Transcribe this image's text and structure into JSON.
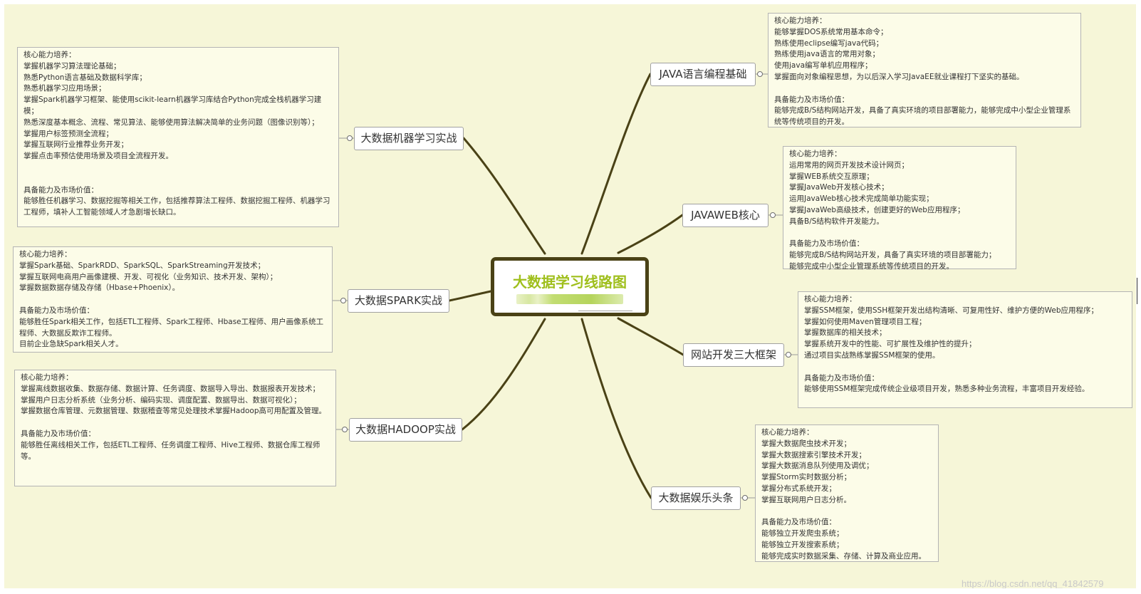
{
  "center": {
    "title": "大数据学习线路图"
  },
  "branches": [
    {
      "id": "java",
      "title": "JAVA语言编程基础",
      "lines": [
        "核心能力培养：",
        "能够掌握DOS系统常用基本命令；",
        "熟练使用eclipse编写java代码；",
        "熟练使用java语言的常用对象；",
        "使用java编写单机应用程序；",
        "掌握面向对象编程思想，为以后深入学习JavaEE就业课程打下坚实的基础。",
        "",
        "具备能力及市场价值：",
        "能够完成B/S结构网站开发，具备了真实环境的项目部署能力，能够完成中小型企业管理系统等传统项目的开发。"
      ]
    },
    {
      "id": "javaweb",
      "title": "JAVAWEB核心",
      "lines": [
        "核心能力培养：",
        "运用常用的网页开发技术设计网页；",
        "掌握WEB系统交互原理；",
        "掌握JavaWeb开发核心技术；",
        "运用JavaWeb核心技术完成简单功能实现；",
        "掌握JavaWeb高级技术，创建更好的Web应用程序；",
        "具备B/S结构软件开发能力。",
        "",
        "具备能力及市场价值：",
        "能够完成B/S结构网站开发，具备了真实环境的项目部署能力；",
        "能够完成中小型企业管理系统等传统项目的开发。"
      ]
    },
    {
      "id": "ssm",
      "title": "网站开发三大框架",
      "lines": [
        "核心能力培养：",
        "掌握SSM框架，使用SSH框架开发出结构清晰、可复用性好、维护方便的Web应用程序；",
        "掌握如何使用Maven管理项目工程；",
        "掌握数据库的相关技术；",
        "掌握系统开发中的性能、可扩展性及维护性的提升；",
        "通过项目实战熟练掌握SSM框架的使用。",
        "",
        "具备能力及市场价值：",
        "能够使用SSM框架完成传统企业级项目开发，熟悉多种业务流程，丰富项目开发经验。"
      ]
    },
    {
      "id": "entertainment",
      "title": "大数据娱乐头条",
      "lines": [
        "核心能力培养：",
        "掌握大数据爬虫技术开发；",
        "掌握大数据搜索引擎技术开发；",
        "掌握大数据消息队列使用及调优；",
        "掌握Storm实时数据分析；",
        "掌握分布式系统开发；",
        "掌握互联网用户日志分析。",
        "",
        "具备能力及市场价值：",
        "能够独立开发爬虫系统；",
        "能够独立开发搜索系统；",
        "能够完成实时数据采集、存储、计算及商业应用。"
      ]
    },
    {
      "id": "ml",
      "title": "大数据机器学习实战",
      "lines": [
        "核心能力培养：",
        "掌握机器学习算法理论基础；",
        "熟悉Python语言基础及数据科学库；",
        "熟悉机器学习应用场景；",
        "掌握Spark机器学习框架、能使用scikit-learn机器学习库结合Python完成全栈机器学习建模；",
        "熟悉深度基本概念、流程、常见算法、能够使用算法解决简单的业务问题（图像识别等）；",
        "掌握用户标签预测全流程；",
        "掌握互联网行业推荐业务开发；",
        "掌握点击率预估使用场景及项目全流程开发。",
        "",
        "",
        "具备能力及市场价值：",
        "能够胜任机器学习、数据挖掘等相关工作，包括推荐算法工程师、数据挖掘工程师、机器学习工程师，填补人工智能领域人才急剧增长缺口。"
      ]
    },
    {
      "id": "spark",
      "title": "大数据SPARK实战",
      "lines": [
        "核心能力培养：",
        "掌握Spark基础、SparkRDD、SparkSQL、SparkStreaming开发技术；",
        "掌握互联网电商用户画像建模、开发、可视化（业务知识、技术开发、架构）；",
        "掌握数据数据存储及存储（Hbase+Phoenix）。",
        "",
        "具备能力及市场价值：",
        "能够胜任Spark相关工作，包括ETL工程师、Spark工程师、Hbase工程师、用户画像系统工程师、大数据反欺诈工程师。",
        "目前企业急缺Spark相关人才。"
      ]
    },
    {
      "id": "hadoop",
      "title": "大数据HADOOP实战",
      "lines": [
        "核心能力培养：",
        "掌握离线数据收集、数据存储、数据计算、任务调度、数据导入导出、数据报表开发技术；",
        "掌握用户日志分析系统（业务分析、编码实现、调度配置、数据导出、数据可视化）；",
        "掌握数据仓库管理、元数据管理、数据稽查等常见处理技术掌握Hadoop高可用配置及管理。",
        "",
        "具备能力及市场价值：",
        "能够胜任离线相关工作，包括ETL工程师、任务调度工程师、Hive工程师、数据仓库工程师等。"
      ]
    }
  ],
  "watermark": "https://blog.csdn.net/qq_41842579"
}
